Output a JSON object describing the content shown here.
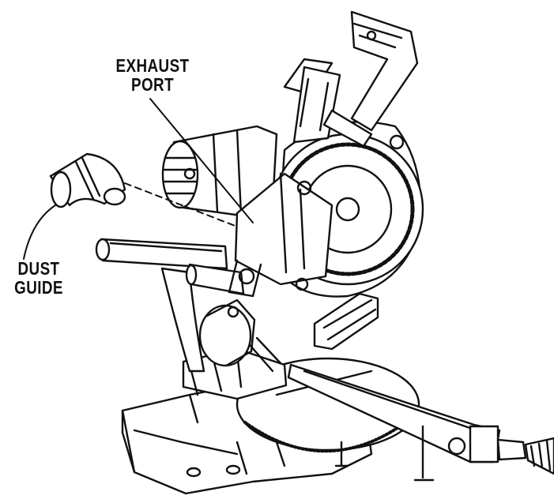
{
  "diagram": {
    "subject": "Sliding compound miter saw",
    "callouts": {
      "exhaust_port": {
        "line1": "EXHAUST",
        "line2": "PORT"
      },
      "dust_guide": {
        "line1": "DUST",
        "line2": "GUIDE"
      }
    }
  }
}
